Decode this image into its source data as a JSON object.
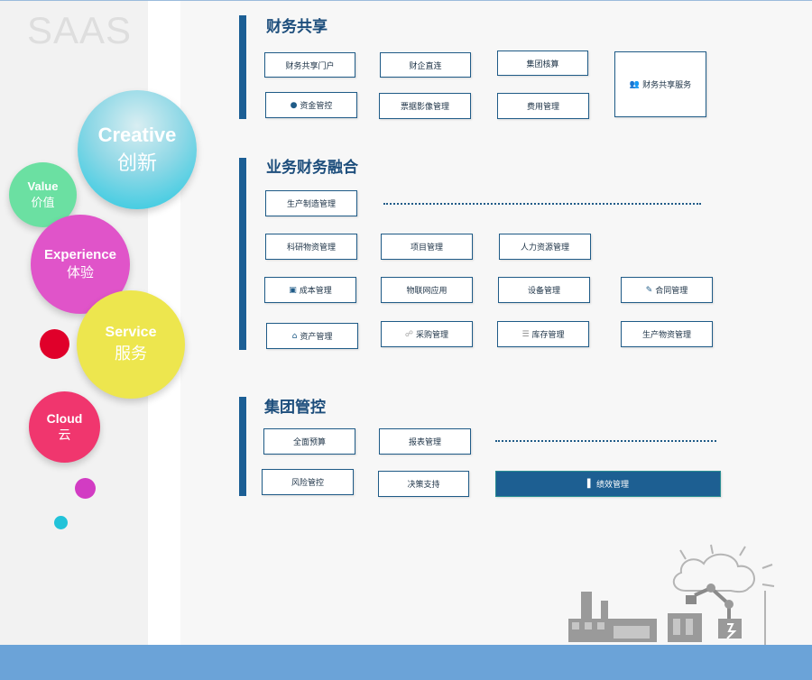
{
  "logo": {
    "text": "SAAS"
  },
  "bubbles": {
    "creative": {
      "en": "Creative",
      "zh": "创新"
    },
    "value": {
      "en": "Value",
      "zh": "价值"
    },
    "experience": {
      "en": "Experience",
      "zh": "体验"
    },
    "service": {
      "en": "Service",
      "zh": "服务"
    },
    "cloud": {
      "en": "Cloud",
      "zh": "云"
    }
  },
  "sections": {
    "finance_sharing": {
      "title": "财务共享",
      "buttons": {
        "portal": "财务共享门户",
        "bank_enterprise": "财企直连",
        "group_settlement": "集团核算",
        "sharing_service": "财务共享服务",
        "fund_control": "资金管控",
        "invoice_image": "票据影像管理",
        "expense": "费用管理"
      }
    },
    "business_finance": {
      "title": "业务财务融合",
      "buttons": {
        "production": "生产制造管理",
        "rd_materials": "科研物资管理",
        "project": "项目管理",
        "hr": "人力资源管理",
        "cost": "成本管理",
        "iot": "物联网应用",
        "equipment": "设备管理",
        "contract": "合同管理",
        "asset": "资产管理",
        "purchase": "采购管理",
        "inventory": "库存管理",
        "production_materials": "生产物资管理"
      }
    },
    "group_control": {
      "title": "集团管控",
      "buttons": {
        "budget": "全面预算",
        "report": "报表管理",
        "risk": "风险管控",
        "decision": "决策支持",
        "performance": "绩效管理"
      }
    }
  },
  "icons": {
    "sharing_service": "users-icon",
    "fund_control": "money-bag-icon",
    "cost": "square-icon",
    "contract": "edit-icon",
    "asset": "home-icon",
    "purchase": "cart-icon",
    "inventory": "database-icon",
    "performance": "bar-chart-icon"
  },
  "colors": {
    "accent": "#1c5f95",
    "bottom_bar": "#6ba3d8",
    "bubble_creative": "#22c7e0",
    "bubble_value": "#6be0a2",
    "bubble_experience": "#e054c9",
    "bubble_service": "#ede64e",
    "bubble_cloud": "#f0366e"
  }
}
